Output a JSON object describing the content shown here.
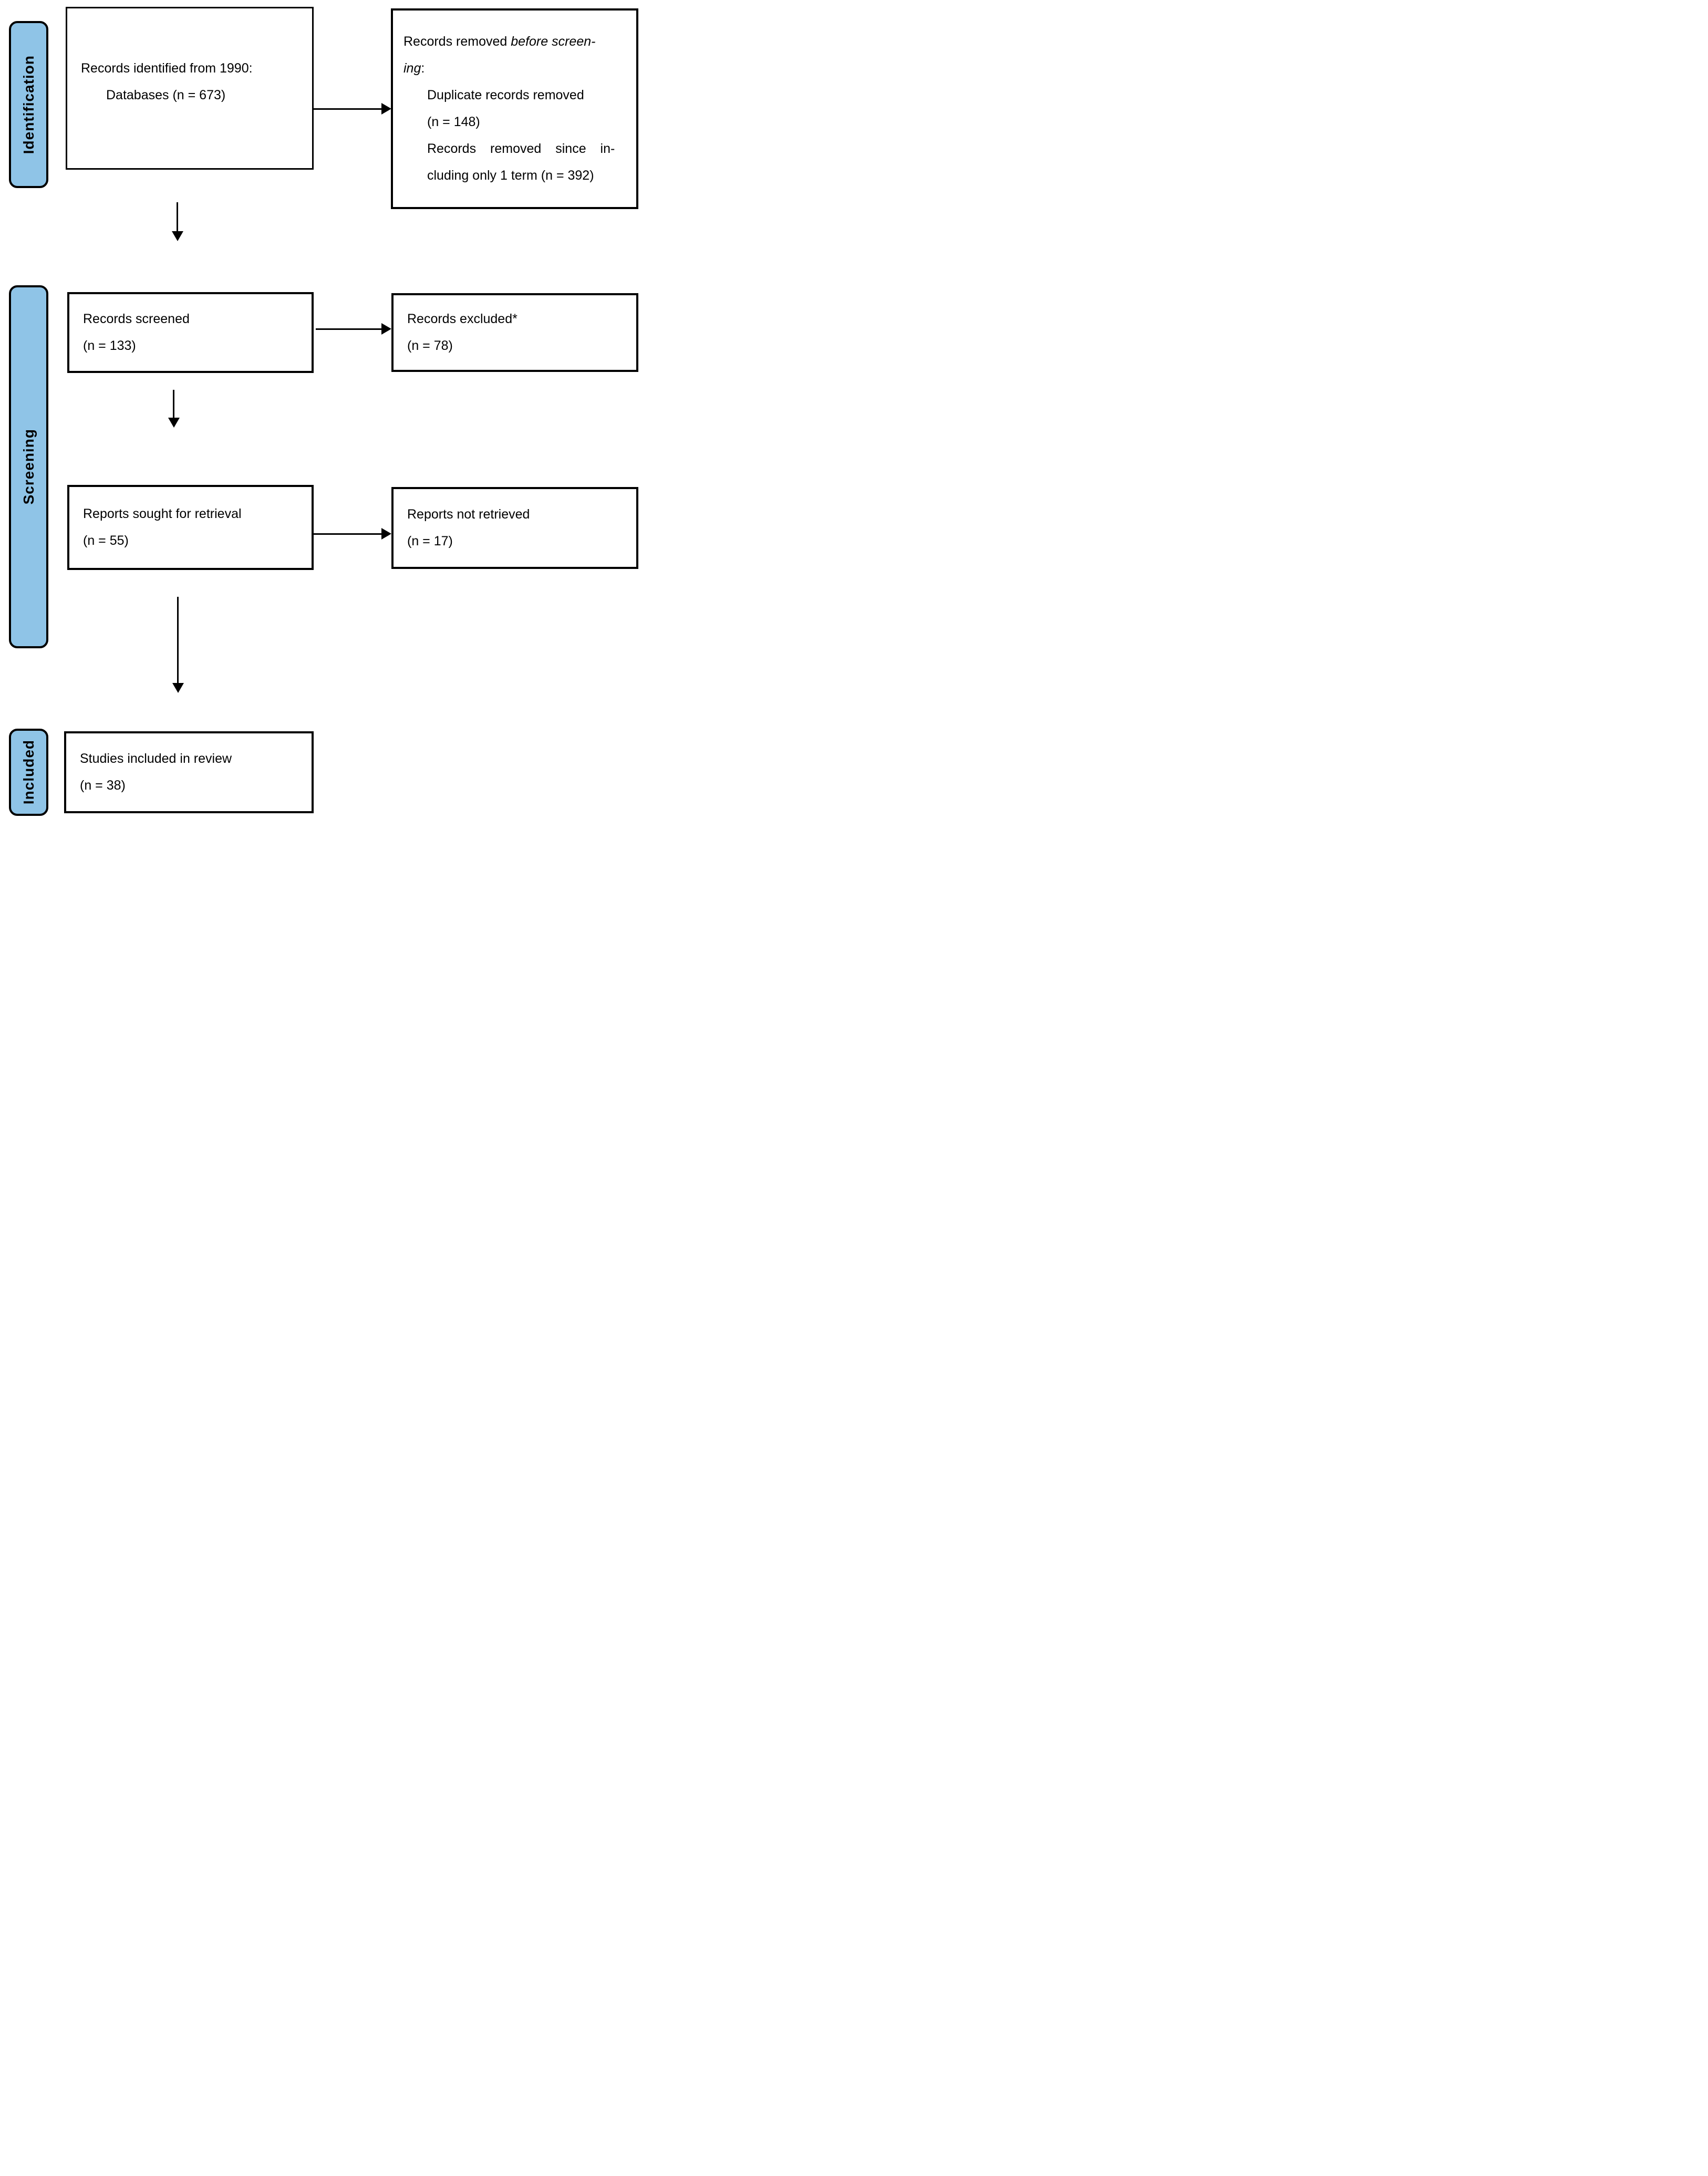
{
  "colors": {
    "stage_fill": "#8FC4E7",
    "line": "#000000",
    "background": "#FFFFFF"
  },
  "stages": {
    "identification": "Identification",
    "screening": "Screening",
    "included": "Included"
  },
  "boxes": {
    "identified": {
      "line1": "Records identified from 1990:",
      "line2": "Databases (n = 673)"
    },
    "removed": {
      "intro_line1_normal": "Records removed",
      "intro_line1_italic": "before screen-",
      "intro_line2_italic": "ing",
      "intro_line2_suffix": ":",
      "item1_line1": "Duplicate records removed",
      "item1_line2": "(n = 148)",
      "item2_line1": "Records removed since in-",
      "item2_line2": "cluding only 1 term (n = 392)"
    },
    "screened": {
      "line1": "Records screened",
      "line2": "(n = 133)"
    },
    "excluded": {
      "line1": "Records excluded*",
      "line2": "(n = 78)"
    },
    "sought": {
      "line1": "Reports sought for retrieval",
      "line2": "(n = 55)"
    },
    "not_retrieved": {
      "line1": "Reports not retrieved",
      "line2": "(n = 17)"
    },
    "included": {
      "line1": "Studies included in review",
      "line2": "(n = 38)"
    }
  }
}
